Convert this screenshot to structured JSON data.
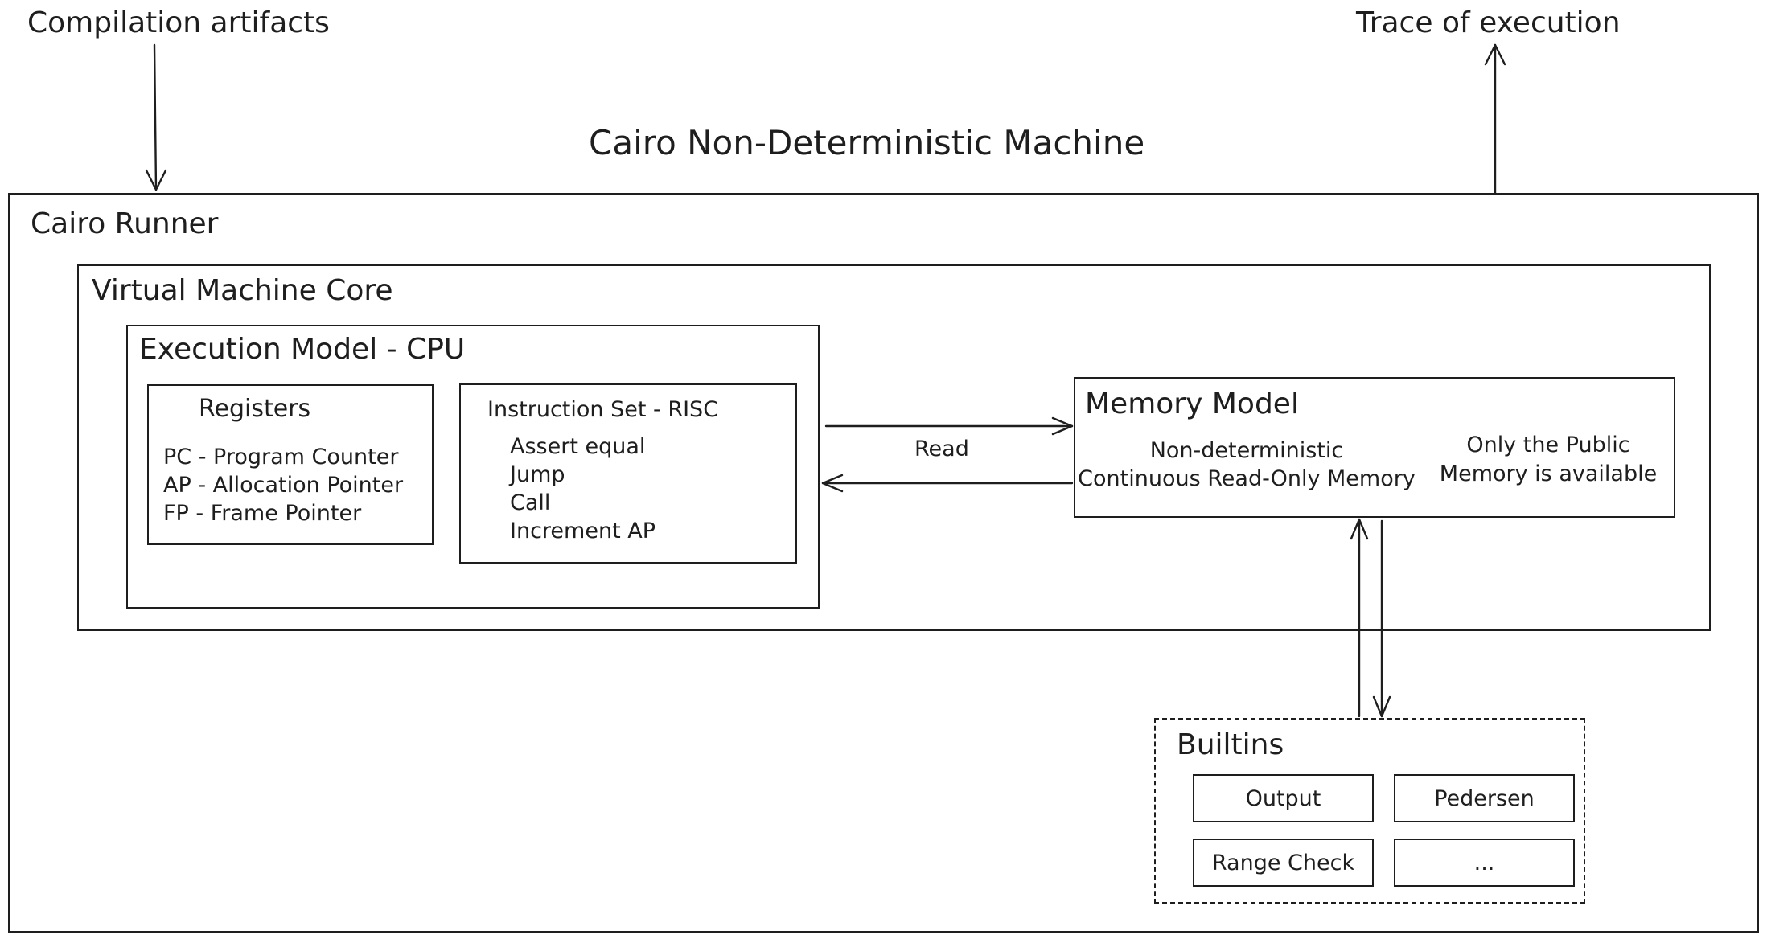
{
  "inputs": {
    "compilation_artifacts": "Compilation artifacts",
    "trace_of_execution": "Trace of execution"
  },
  "title": "Cairo Non-Deterministic Machine",
  "runner": {
    "label": "Cairo Runner",
    "vm_core": {
      "label": "Virtual Machine Core",
      "execution_model": {
        "label": "Execution Model - CPU",
        "registers": {
          "title": "Registers",
          "items": [
            "PC - Program Counter",
            "AP - Allocation Pointer",
            "FP - Frame Pointer"
          ]
        },
        "instruction_set": {
          "title": "Instruction Set - RISC",
          "items": [
            "Assert equal",
            "Jump",
            "Call",
            "Increment AP"
          ]
        }
      },
      "read_label": "Read",
      "memory_model": {
        "label": "Memory Model",
        "description": [
          "Non-deterministic",
          "Continuous Read-Only Memory"
        ],
        "note": [
          "Only the Public",
          "Memory is available"
        ]
      }
    },
    "builtins": {
      "label": "Builtins",
      "items": [
        "Output",
        "Pedersen",
        "Range Check",
        "..."
      ]
    }
  }
}
